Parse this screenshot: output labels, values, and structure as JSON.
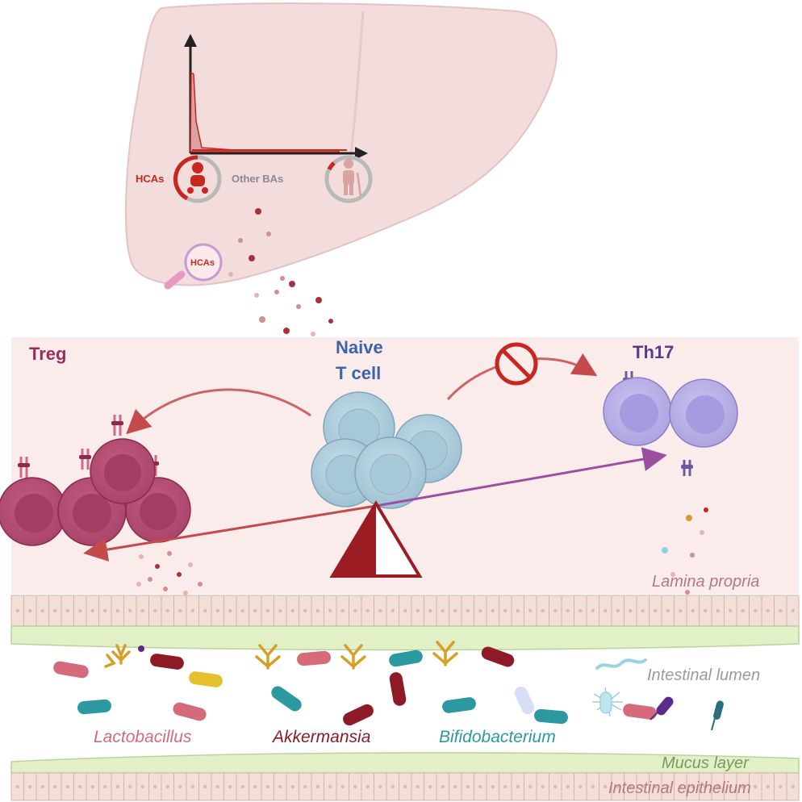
{
  "liver": {
    "hcas_label": "HCAs",
    "other_bas_label": "Other BAs",
    "magnifier_label": "HCAs"
  },
  "cells": {
    "treg_label": "Treg",
    "naive_label_line1": "Naive",
    "naive_label_line2": "T cell",
    "th17_label": "Th17"
  },
  "regions": {
    "lamina_propria": "Lamina propria",
    "intestinal_lumen": "Intestinal lumen",
    "mucus_layer": "Mucus layer",
    "intestinal_epithelium": "Intestinal epithelium"
  },
  "bacteria": {
    "lactobacillus": "Lactobacillus",
    "akkermansia": "Akkermansia",
    "bifidobacterium": "Bifidobacterium"
  },
  "colors": {
    "treg": "#9b2d5c",
    "naive": "#3d64a8",
    "th17": "#5c3a8c",
    "hcas": "#c8261f",
    "other_bas": "#8a8a8a",
    "lactobacillus": "#d46a7a",
    "akkermansia": "#8e1a28",
    "bifidobacterium": "#2c98a0",
    "region_text": "#b07a80",
    "mucus_text": "#7a9a5a",
    "lumen_text": "#9a9a9a"
  }
}
